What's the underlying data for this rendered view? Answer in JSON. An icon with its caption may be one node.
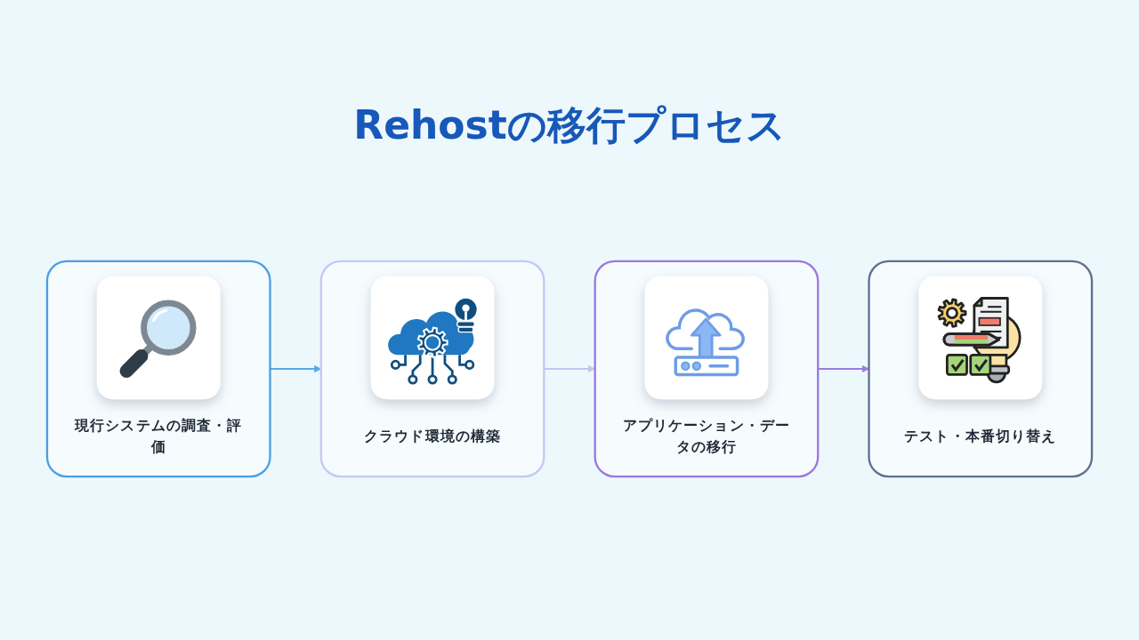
{
  "diagram": {
    "title": "Rehostの移行プロセス",
    "nodes": [
      {
        "text": [
          "現行システムの調査・評価"
        ]
      },
      {
        "text": [
          "クラウド環境の構築"
        ]
      },
      {
        "text": [
          "アプリケーション・データの移行"
        ]
      },
      {
        "text": [
          "テスト・本番切り替え"
        ]
      }
    ],
    "edges": [
      {
        "from": 0,
        "to": 1,
        "arrow": "to",
        "color": "#5aa8ea"
      },
      {
        "from": 1,
        "to": 2,
        "arrow": "to",
        "color": "#c2c4f2"
      },
      {
        "from": 2,
        "to": 3,
        "arrow": "to",
        "color": "#9a7be2"
      }
    ]
  }
}
